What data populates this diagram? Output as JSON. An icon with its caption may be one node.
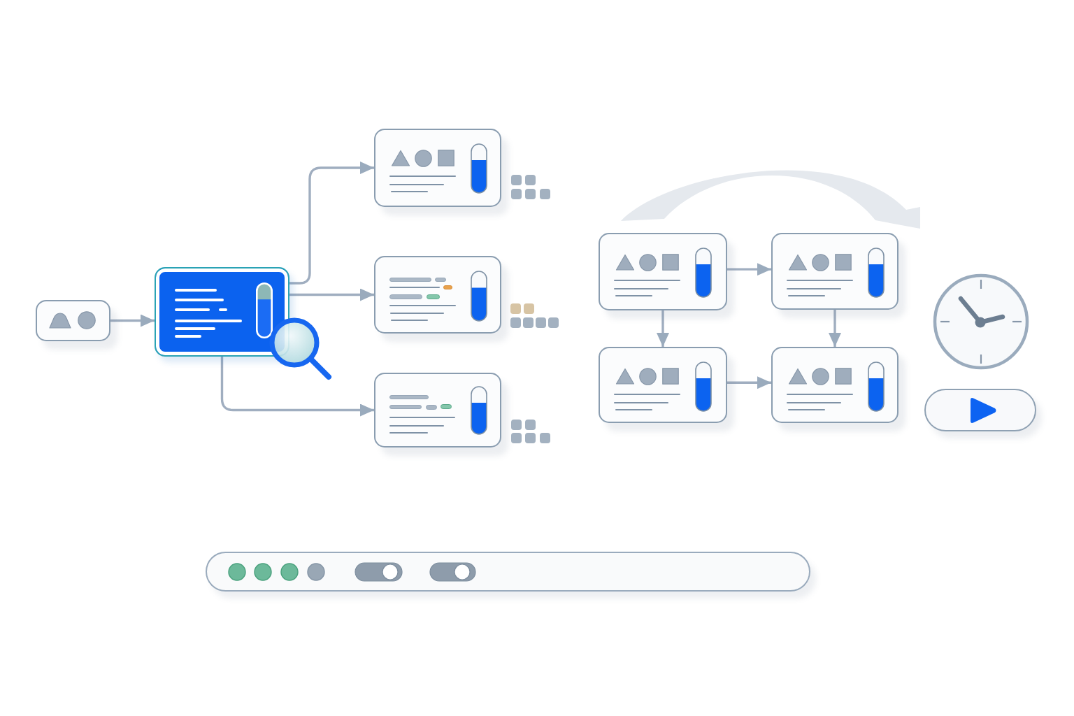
{
  "diagram": {
    "nodes": [
      {
        "text": [],
        "shape": "box"
      },
      {
        "text": [],
        "shape": "box"
      },
      {
        "text": [],
        "shape": "box"
      },
      {
        "text": [],
        "shape": "box"
      },
      {
        "text": [],
        "shape": "box"
      },
      {
        "text": [],
        "shape": "box"
      },
      {
        "text": [],
        "shape": "box"
      },
      {
        "text": [],
        "shape": "box"
      },
      {
        "text": [],
        "shape": "box"
      }
    ],
    "edges": [
      {
        "from": 0,
        "to": 1,
        "arrow": "to"
      },
      {
        "from": 1,
        "to": 2,
        "arrow": "to"
      },
      {
        "from": 1,
        "to": 3,
        "arrow": "to"
      },
      {
        "from": 1,
        "to": 4,
        "arrow": "to"
      },
      {
        "from": 5,
        "to": 6,
        "arrow": "to"
      },
      {
        "from": 5,
        "to": 7,
        "arrow": "to"
      },
      {
        "from": 6,
        "to": 8,
        "arrow": "to"
      },
      {
        "from": 7,
        "to": 8,
        "arrow": "to"
      }
    ]
  }
}
